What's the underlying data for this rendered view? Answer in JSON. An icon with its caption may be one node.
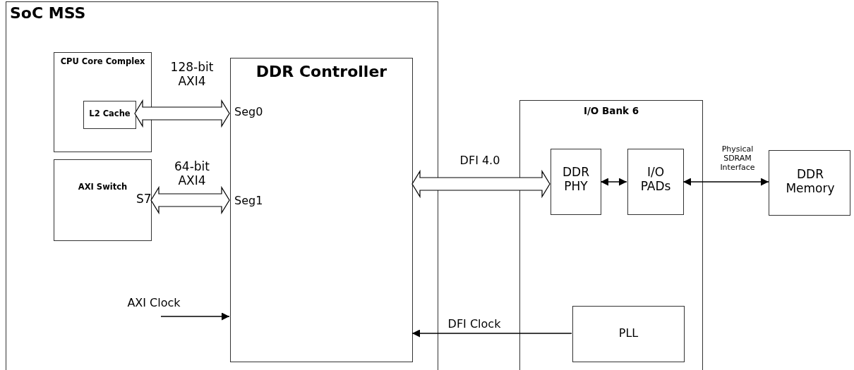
{
  "diagram": {
    "nodes": [
      {
        "text": [
          "SoC MSS"
        ]
      },
      {
        "text": [
          "CPU Core Complex"
        ],
        "in": 0
      },
      {
        "text": [
          "L2 Cache"
        ],
        "in": 1
      },
      {
        "text": [
          "AXI Switch",
          "S7"
        ],
        "in": 0
      },
      {
        "text": [
          "DDR Controller",
          "Seg0",
          "Seg1"
        ],
        "in": 0
      },
      {
        "text": [
          "I/O Bank 6"
        ]
      },
      {
        "text": [
          "DDR PHY"
        ],
        "in": 5
      },
      {
        "text": [
          "I/O PADs"
        ],
        "in": 5
      },
      {
        "text": [
          "DDR Memory"
        ]
      },
      {
        "text": [
          "PLL"
        ],
        "in": 5
      }
    ],
    "edges": [
      {
        "from": 2,
        "to": 4,
        "arrow": "both",
        "label": "128-bit AXI4",
        "style": "thick"
      },
      {
        "from": 3,
        "to": 4,
        "arrow": "both",
        "label": "64-bit AXI4",
        "style": "thick"
      },
      {
        "from": 4,
        "to": 6,
        "arrow": "both",
        "label": "DFI 4.0",
        "style": "thick"
      },
      {
        "from": 6,
        "to": 7,
        "arrow": "both"
      },
      {
        "from": 7,
        "to": 8,
        "arrow": "both",
        "label": "Physical SDRAM Interface"
      },
      {
        "from": null,
        "to": 4,
        "arrow": "to",
        "label": "AXI Clock"
      },
      {
        "from": 9,
        "to": 4,
        "arrow": "to",
        "label": "DFI Clock"
      }
    ]
  }
}
